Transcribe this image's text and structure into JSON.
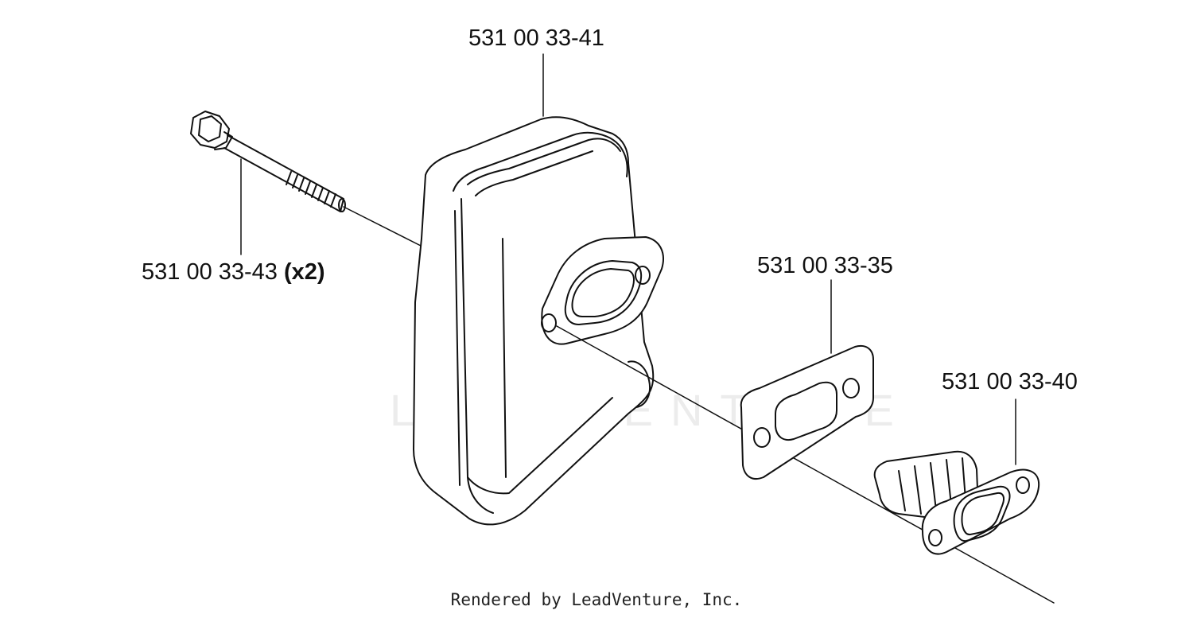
{
  "parts": [
    {
      "id": "muffler",
      "number": "531 00 33-41",
      "qty": ""
    },
    {
      "id": "bolt",
      "number": "531 00 33-43",
      "qty": "(x2)"
    },
    {
      "id": "gasket",
      "number": "531 00 33-35",
      "qty": ""
    },
    {
      "id": "spark-screen",
      "number": "531 00 33-40",
      "qty": ""
    }
  ],
  "watermark": "LEADVENTURE",
  "footer": "Rendered by LeadVenture, Inc.",
  "colors": {
    "ink": "#111111",
    "watermark": "#ececec",
    "background": "#ffffff"
  }
}
